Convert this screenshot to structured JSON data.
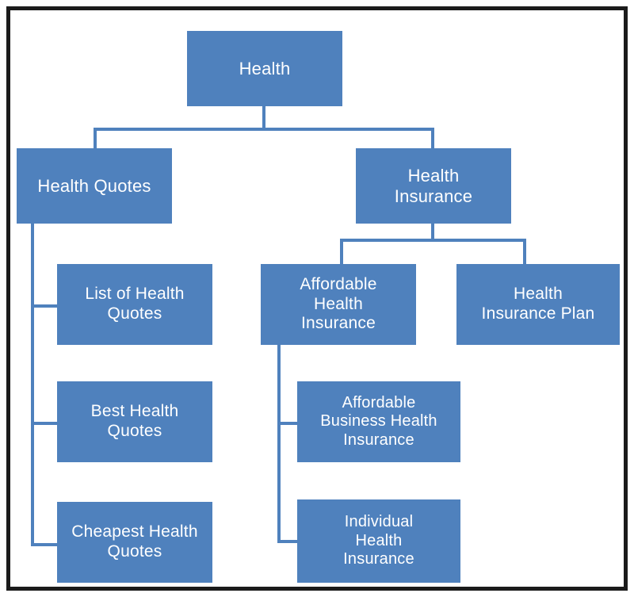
{
  "diagram": {
    "type": "tree",
    "title_node": "Health",
    "theme": {
      "node_fill": "#4f81bd",
      "node_text": "#ffffff",
      "connector": "#4f81bd",
      "frame_border": "#1b1b1b",
      "background": "#ffffff"
    },
    "nodes": [
      {
        "id": "health",
        "label": "Health",
        "level": 0,
        "font_size": 22
      },
      {
        "id": "health-quotes",
        "label": "Health Quotes",
        "level": 1,
        "font_size": 22
      },
      {
        "id": "health-insurance",
        "label": "Health\nInsurance",
        "level": 1,
        "font_size": 22
      },
      {
        "id": "list-of-health-quotes",
        "label": "List of Health\nQuotes",
        "level": 2,
        "font_size": 21
      },
      {
        "id": "best-health-quotes",
        "label": "Best Health\nQuotes",
        "level": 2,
        "font_size": 21
      },
      {
        "id": "cheapest-health-quotes",
        "label": "Cheapest Health\nQuotes",
        "level": 2,
        "font_size": 21
      },
      {
        "id": "affordable-health-insurance",
        "label": "Affordable\nHealth\nInsurance",
        "level": 2,
        "font_size": 21
      },
      {
        "id": "health-insurance-plan",
        "label": "Health\nInsurance Plan",
        "level": 2,
        "font_size": 21
      },
      {
        "id": "affordable-business-health-insurance",
        "label": "Affordable\nBusiness Health\nInsurance",
        "level": 3,
        "font_size": 20
      },
      {
        "id": "individual-health-insurance",
        "label": "Individual\nHealth\nInsurance",
        "level": 3,
        "font_size": 20
      }
    ],
    "edges": [
      {
        "from": "health",
        "to": "health-quotes"
      },
      {
        "from": "health",
        "to": "health-insurance"
      },
      {
        "from": "health-quotes",
        "to": "list-of-health-quotes"
      },
      {
        "from": "health-quotes",
        "to": "best-health-quotes"
      },
      {
        "from": "health-quotes",
        "to": "cheapest-health-quotes"
      },
      {
        "from": "health-insurance",
        "to": "affordable-health-insurance"
      },
      {
        "from": "health-insurance",
        "to": "health-insurance-plan"
      },
      {
        "from": "affordable-health-insurance",
        "to": "affordable-business-health-insurance"
      },
      {
        "from": "affordable-health-insurance",
        "to": "individual-health-insurance"
      }
    ]
  }
}
